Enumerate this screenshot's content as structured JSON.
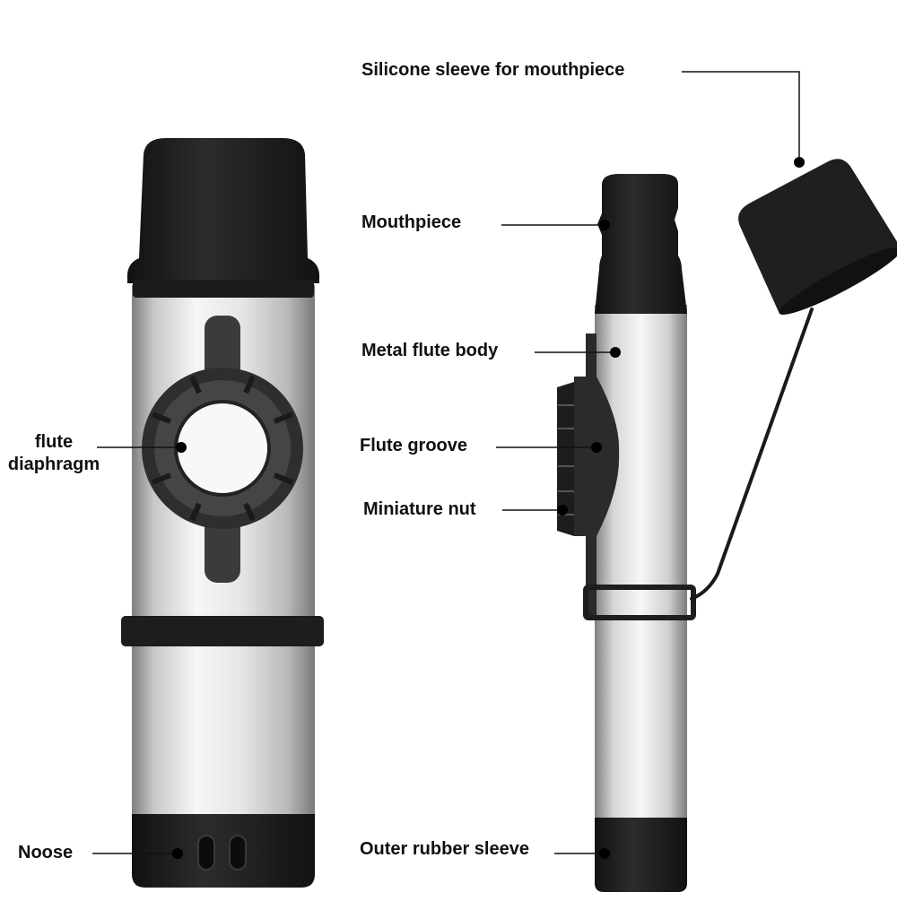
{
  "labels": {
    "silicone_sleeve": "Silicone sleeve for mouthpiece",
    "mouthpiece": "Mouthpiece",
    "metal_body": "Metal flute body",
    "flute_groove": "Flute groove",
    "miniature_nut": "Miniature nut",
    "outer_rubber_sleeve": "Outer rubber sleeve",
    "flute_diaphragm_line1": "flute",
    "flute_diaphragm_line2": "diaphragm",
    "noose": "Noose"
  },
  "colors": {
    "rubber": "#1c1c1c",
    "metal_light": "#f2f2f2",
    "metal_mid": "#c9c9c9",
    "metal_dark": "#8e8e8e",
    "nut": "#3a3a3a",
    "membrane": "#f8f8f8",
    "text": "#111111"
  }
}
